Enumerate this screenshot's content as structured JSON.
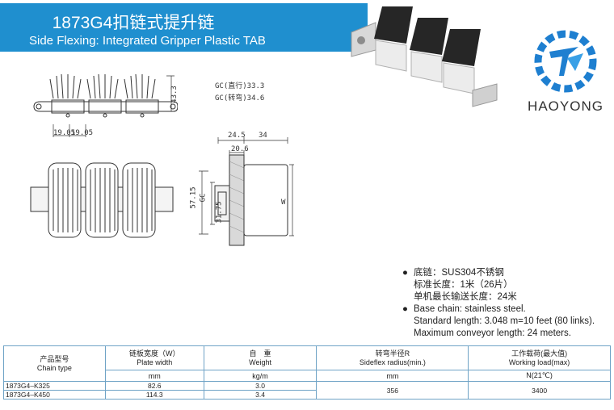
{
  "header": {
    "title_cn": "1873G4扣链式提升链",
    "title_en": "Side Flexing: Integrated Gripper Plastic TAB"
  },
  "brand": {
    "name": "HAOYONG"
  },
  "drawing": {
    "gc_straight": "GC(直行)33.3",
    "gc_curve": "GC(转弯)34.6",
    "dim_height": "43.3",
    "dim_pitch_1": "19.05",
    "dim_pitch_2": "19.05",
    "dim_top_a": "24.5",
    "dim_top_b": "34",
    "dim_inner": "20.6",
    "dim_left_a": "57.15",
    "dim_left_gc": "GC",
    "dim_left_b": "31.75",
    "dim_w": "W"
  },
  "specs": {
    "cn_line1": "底链：SUS304不锈钢",
    "cn_line2": "标准长度：1米（26片）",
    "cn_line3": "单机最长输送长度：24米",
    "en_line1": "Base chain: stainless steel.",
    "en_line2": "Standard length: 3.048 m=10 feet (80 links).",
    "en_line3": "Maximum conveyor length: 24 meters."
  },
  "table": {
    "col1_cn": "产品型号",
    "col1_en": "Chain type",
    "col2_cn": "链板宽度（W）",
    "col2_en": "Plate width",
    "col2_unit": "mm",
    "col3_cn": "自　重",
    "col3_en": "Weight",
    "col3_unit": "kg/m",
    "col4_cn": "转弯半径R",
    "col4_en": "Sideflex radius(min.)",
    "col4_unit": "mm",
    "col5_cn": "工作载荷(最大值)",
    "col5_en": "Working load(max)",
    "col5_unit": "N(21℃)",
    "rows": [
      {
        "type": "1873G4–K325",
        "width": "82.6",
        "weight": "3.0"
      },
      {
        "type": "1873G4–K450",
        "width": "114.3",
        "weight": "3.4"
      }
    ],
    "radius": "356",
    "load": "3400"
  },
  "colors": {
    "header_bg": "#1f8fcf",
    "logo_blue": "#1e7fd0",
    "table_border": "#6fa3c6"
  }
}
